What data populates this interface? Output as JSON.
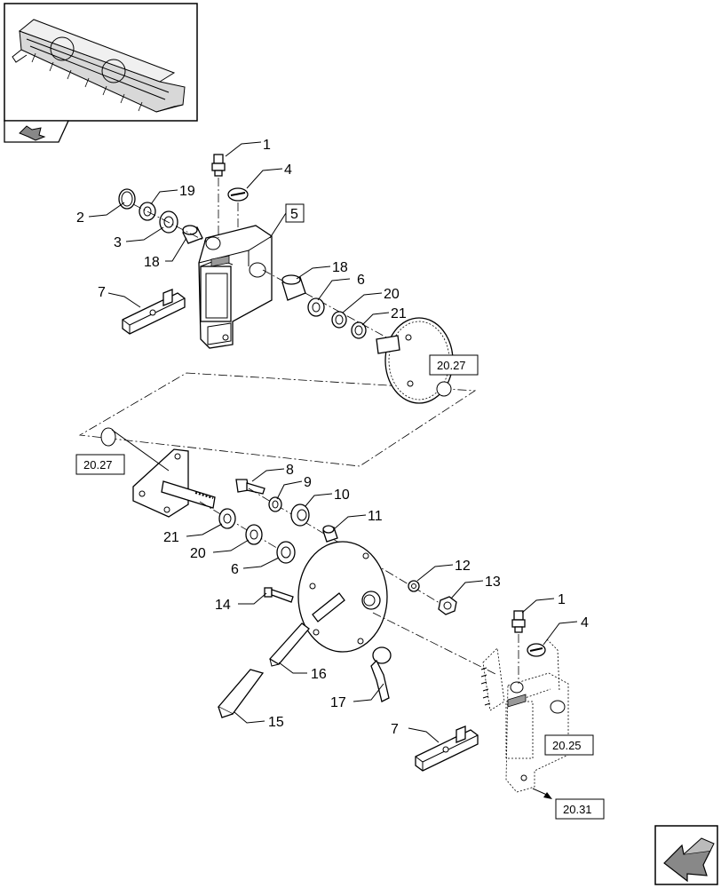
{
  "callouts": [
    {
      "id": "c1a",
      "label": "1"
    },
    {
      "id": "c4a",
      "label": "4"
    },
    {
      "id": "c19",
      "label": "19"
    },
    {
      "id": "c2",
      "label": "2"
    },
    {
      "id": "c3",
      "label": "3"
    },
    {
      "id": "c5",
      "label": "5"
    },
    {
      "id": "c18a",
      "label": "18"
    },
    {
      "id": "c18b",
      "label": "18"
    },
    {
      "id": "c6a",
      "label": "6"
    },
    {
      "id": "c20a",
      "label": "20"
    },
    {
      "id": "c21a",
      "label": "21"
    },
    {
      "id": "c7a",
      "label": "7"
    },
    {
      "id": "c8",
      "label": "8"
    },
    {
      "id": "c9",
      "label": "9"
    },
    {
      "id": "c10",
      "label": "10"
    },
    {
      "id": "c11",
      "label": "11"
    },
    {
      "id": "c21b",
      "label": "21"
    },
    {
      "id": "c20b",
      "label": "20"
    },
    {
      "id": "c6b",
      "label": "6"
    },
    {
      "id": "c12",
      "label": "12"
    },
    {
      "id": "c13",
      "label": "13"
    },
    {
      "id": "c14",
      "label": "14"
    },
    {
      "id": "c16",
      "label": "16"
    },
    {
      "id": "c17",
      "label": "17"
    },
    {
      "id": "c15",
      "label": "15"
    },
    {
      "id": "c1b",
      "label": "1"
    },
    {
      "id": "c4b",
      "label": "4"
    },
    {
      "id": "c7b",
      "label": "7"
    }
  ],
  "references": [
    {
      "id": "r1",
      "label": "20.27"
    },
    {
      "id": "r2",
      "label": "20.27"
    },
    {
      "id": "r3",
      "label": "20.25"
    },
    {
      "id": "r4",
      "label": "20.31"
    }
  ],
  "icons": {
    "thumbnail": "combine-header-thumbnail",
    "nav_small": "arrow-nav-icon",
    "nav_large": "page-turn-arrow-icon"
  }
}
